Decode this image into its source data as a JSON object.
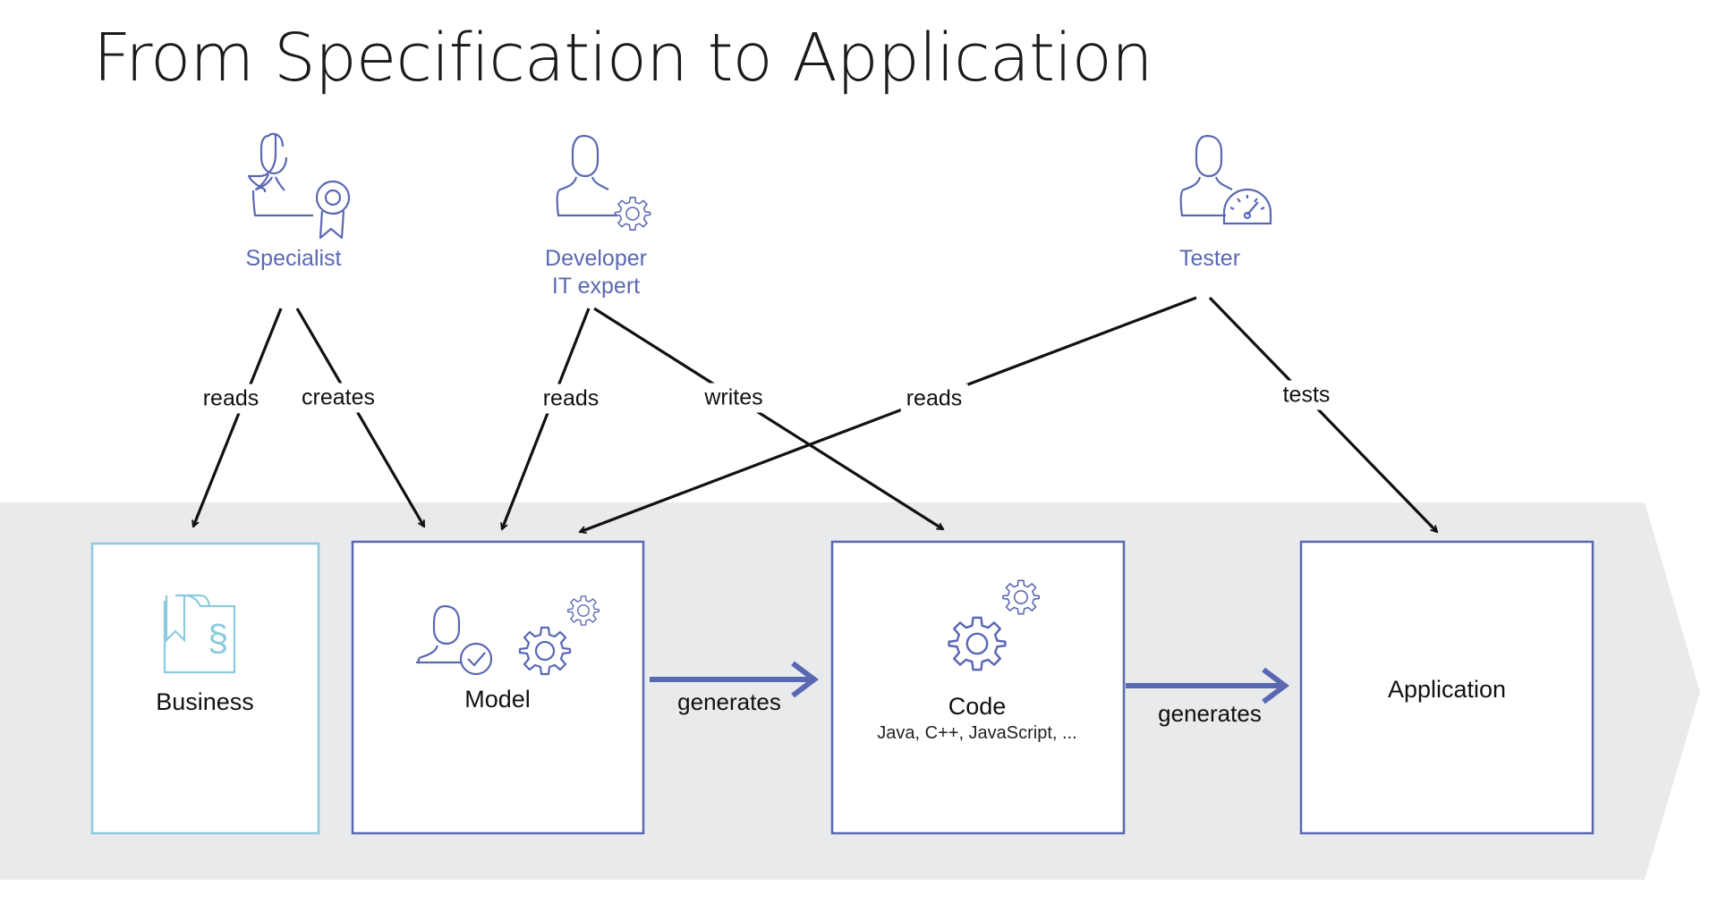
{
  "title": "From Specification to Application",
  "roles": {
    "specialist": "Specialist",
    "developer": [
      "Developer",
      "IT expert"
    ],
    "tester": "Tester"
  },
  "edges": {
    "specialist_reads": "reads",
    "specialist_creates": "creates",
    "developer_reads": "reads",
    "developer_writes": "writes",
    "tester_reads": "reads",
    "tester_tests": "tests",
    "model_generates": "generates",
    "code_generates": "generates"
  },
  "boxes": {
    "business": "Business",
    "model": "Model",
    "code": "Code",
    "code_sub": "Java, C++, JavaScript, ...",
    "application": "Application"
  },
  "colors": {
    "accent": "#5a68b2",
    "business_border": "#8ccbdd",
    "band": "#e9eaec",
    "arrow": "#111111"
  },
  "icons": [
    "person-ribbon-icon",
    "person-gear-icon",
    "person-gauge-icon",
    "document-paragraph-icon",
    "person-check-icon",
    "gears-icon"
  ]
}
